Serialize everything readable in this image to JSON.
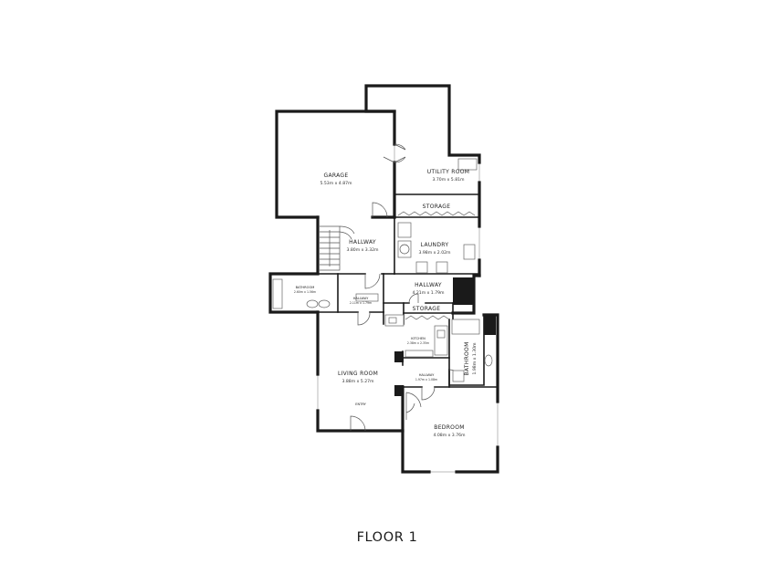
{
  "floor_title": "FLOOR 1",
  "rooms": {
    "garage": {
      "name": "GARAGE",
      "dims": "5.53m x 4.87m"
    },
    "utility_room": {
      "name": "UTILITY ROOM",
      "dims": "3.70m x 5.81m"
    },
    "storage_upper": {
      "name": "STORAGE"
    },
    "hallway_upper": {
      "name": "HALLWAY",
      "dims": "3.80m x 3.32m"
    },
    "laundry": {
      "name": "LAUNDRY",
      "dims": "3.98m x 2.02m"
    },
    "bathroom_left": {
      "name": "BATHROOM",
      "dims": "2.60m x 1.56m"
    },
    "hallway_small": {
      "name": "HALLWAY",
      "dims": "2.11m x 1.79m"
    },
    "hallway_center": {
      "name": "HALLWAY",
      "dims": "4.21m x 1.79m"
    },
    "storage_lower": {
      "name": "STORAGE"
    },
    "kitchen": {
      "name": "KITCHEN",
      "dims": "2.38m x 2.35m"
    },
    "bathroom_right": {
      "name": "BATHROOM",
      "dims": "1.98m x 1.30m"
    },
    "living_room": {
      "name": "LIVING ROOM",
      "dims": "3.88m x 5.27m"
    },
    "hallway_lower": {
      "name": "HALLWAY",
      "dims": "1.97m x 1.08m"
    },
    "entry": {
      "name": "ENTRY"
    },
    "bedroom": {
      "name": "BEDROOM",
      "dims": "4.08m x 3.76m"
    }
  }
}
